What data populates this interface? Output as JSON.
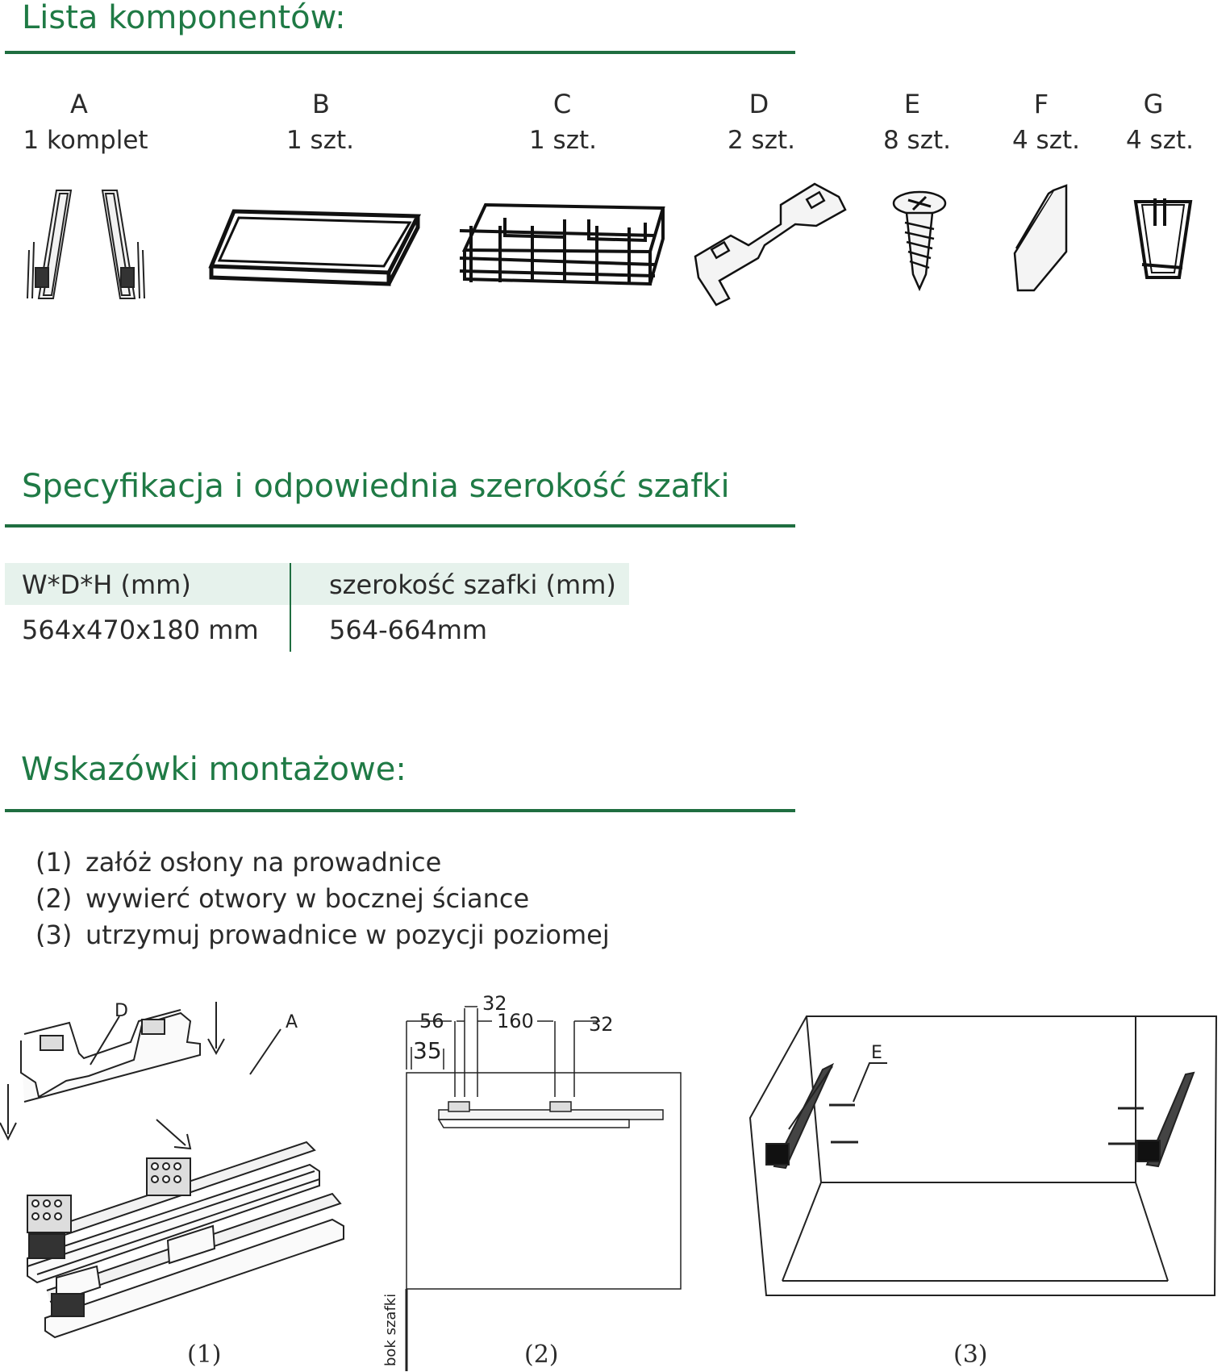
{
  "components": {
    "title": "Lista komponentów:",
    "items": [
      {
        "letter": "A",
        "qty": "1 komplet",
        "icon": "drawer-slides-icon"
      },
      {
        "letter": "B",
        "qty": "1 szt.",
        "icon": "frame-icon"
      },
      {
        "letter": "C",
        "qty": "1 szt.",
        "icon": "wire-basket-icon"
      },
      {
        "letter": "D",
        "qty": "2 szt.",
        "icon": "bracket-icon"
      },
      {
        "letter": "E",
        "qty": "8 szt.",
        "icon": "screw-icon"
      },
      {
        "letter": "F",
        "qty": "4 szt.",
        "icon": "slide-cover-icon"
      },
      {
        "letter": "G",
        "qty": "4 szt.",
        "icon": "clip-icon"
      }
    ]
  },
  "spec": {
    "title": "Specyfikacja i odpowiednia szerokość szafki",
    "col1_header": "W*D*H (mm)",
    "col2_header": "szerokość szafki (mm)",
    "col1_value": "564x470x180 mm",
    "col2_value": "564-664mm"
  },
  "instructions": {
    "title": "Wskazówki montażowe:",
    "steps": [
      {
        "num": "(1)",
        "text": "załóż osłony na prowadnice"
      },
      {
        "num": "(2)",
        "text": "wywierć otwory w bocznej ściance"
      },
      {
        "num": "(3)",
        "text": "utrzymuj prowadnice w pozycji poziomej"
      }
    ]
  },
  "diagrams": {
    "d1": {
      "caption": "(1)",
      "label_d": "D",
      "label_a": "A"
    },
    "d2": {
      "caption": "(2)",
      "dim_56": "56",
      "dim_32a": "32",
      "dim_160": "160",
      "dim_32b": "32",
      "dim_35": "35",
      "side_label": "bok szafki"
    },
    "d3": {
      "caption": "(3)",
      "label_e": "E"
    }
  }
}
